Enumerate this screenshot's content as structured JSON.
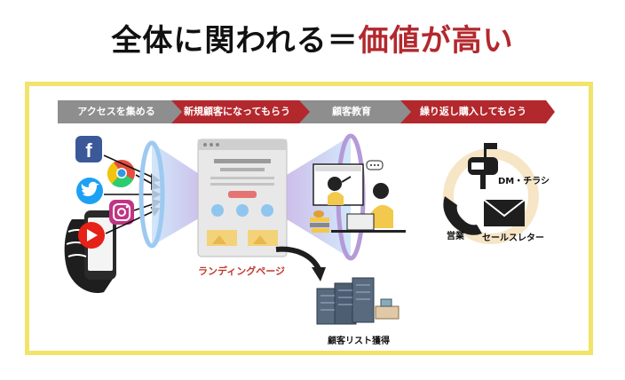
{
  "title": {
    "main": "全体に関われる＝",
    "accent": "価値が高い"
  },
  "steps": [
    {
      "label": "アクセスを集める",
      "color": "#8e8e8e"
    },
    {
      "label": "新規顧客になってもらう",
      "color": "#b3282d"
    },
    {
      "label": "顧客教育",
      "color": "#8e8e8e"
    },
    {
      "label": "繰り返し購入してもらう",
      "color": "#b3282d"
    }
  ],
  "labels": {
    "landing_page": "ランディングページ",
    "customer_list": "顧客リスト獲得",
    "dm": "DM・チラシ",
    "sales": "営業",
    "sales_letter": "セールスレター"
  },
  "icons": [
    "facebook-icon",
    "chrome-icon",
    "twitter-icon",
    "instagram-icon",
    "youtube-icon",
    "smartphone-icon",
    "landing-page-icon",
    "funnel-icon",
    "teacher-student-icon",
    "server-icon",
    "mailbox-icon",
    "phone-icon",
    "envelope-icon"
  ],
  "colors": {
    "accent": "#b3282d",
    "frame": "#f2e36a",
    "gray": "#8e8e8e",
    "funnel_blue": "#9ec9f0",
    "funnel_purple": "#b59ad8"
  }
}
